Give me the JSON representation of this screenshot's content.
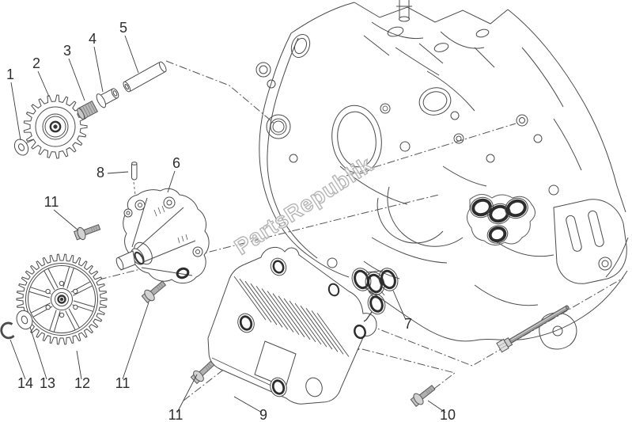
{
  "diagram": {
    "watermark": {
      "text": "PartsRepublik"
    },
    "callouts": [
      {
        "label": "1"
      },
      {
        "label": "2"
      },
      {
        "label": "3"
      },
      {
        "label": "4"
      },
      {
        "label": "5"
      },
      {
        "label": "6"
      },
      {
        "label": "7"
      },
      {
        "label": "8"
      },
      {
        "label": "9"
      },
      {
        "label": "10"
      },
      {
        "label": "11"
      },
      {
        "label": "11"
      },
      {
        "label": "11"
      },
      {
        "label": "12"
      },
      {
        "label": "13"
      },
      {
        "label": "14"
      }
    ],
    "colors": {
      "line": "#4a4a4a",
      "label": "#2e2e2e",
      "watermark": "#b5b5b5",
      "metal": "#b3b3b3",
      "dark_ring": "#2d2d2d",
      "background": "#ffffff"
    }
  }
}
